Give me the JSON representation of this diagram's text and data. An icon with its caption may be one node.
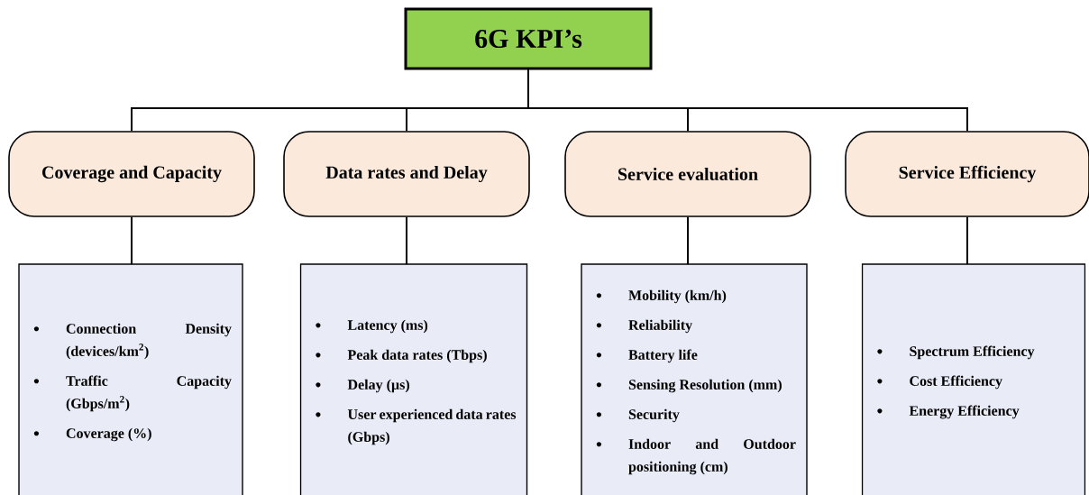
{
  "diagram": {
    "nodes": [
      {
        "text": [
          "6G KPI’s"
        ]
      },
      {
        "text": [
          "Coverage and Capacity"
        ]
      },
      {
        "text": [
          "Data rates and Delay"
        ]
      },
      {
        "text": [
          "Service evaluation"
        ]
      },
      {
        "text": [
          "Service Efficiency"
        ]
      },
      {
        "text": [
          "Connection Density (devices/km$^{2}$)",
          "Traffic Capacity (Gbps/m$^{2}$)",
          "Coverage (%)"
        ]
      },
      {
        "text": [
          "Latency (ms)",
          "Peak data rates (Tbps)",
          "Delay (µs)",
          "User experienced data rates (Gbps)"
        ]
      },
      {
        "text": [
          "Mobility (km/h)",
          "Reliability",
          "Battery life",
          "Sensing Resolution (mm)",
          "Security",
          "Indoor and Outdoor positioning (cm)"
        ]
      },
      {
        "text": [
          "Spectrum Efficiency",
          "Cost Efficiency",
          "Energy Efficiency"
        ]
      }
    ],
    "edges": [
      {
        "from": 0,
        "to": 1,
        "arrow": "none"
      },
      {
        "from": 0,
        "to": 2,
        "arrow": "none"
      },
      {
        "from": 0,
        "to": 3,
        "arrow": "none"
      },
      {
        "from": 0,
        "to": 4,
        "arrow": "none"
      },
      {
        "from": 1,
        "to": 5,
        "arrow": "none"
      },
      {
        "from": 2,
        "to": 6,
        "arrow": "none"
      },
      {
        "from": 3,
        "to": 7,
        "arrow": "none"
      },
      {
        "from": 4,
        "to": 8,
        "arrow": "none"
      }
    ]
  }
}
